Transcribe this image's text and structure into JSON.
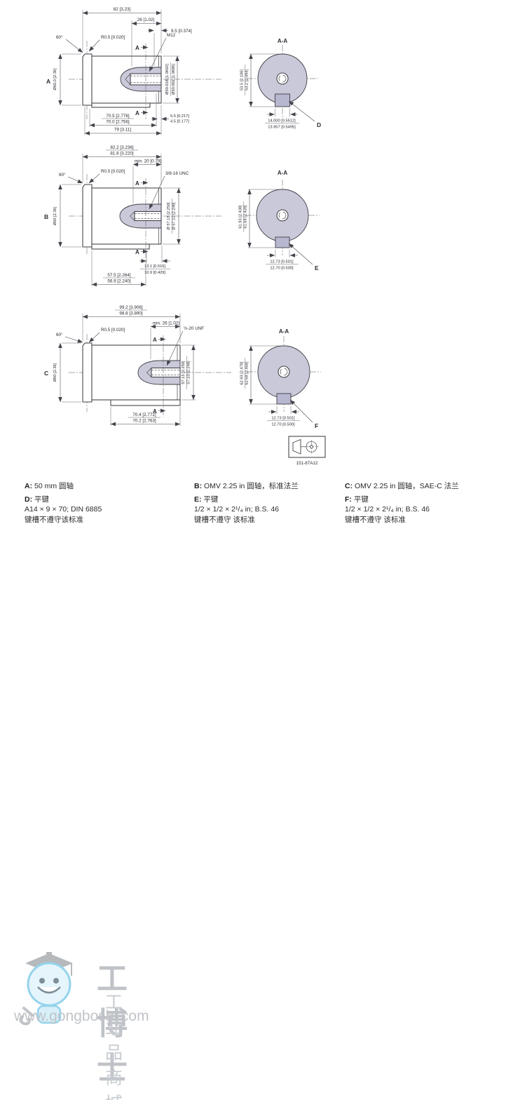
{
  "colors": {
    "accent_fill": "#c9c9da",
    "key_fill": "#b7b7d0",
    "line": "#3f3f46",
    "watermark": "#9aa0a8"
  },
  "views": {
    "A": {
      "side": {
        "label": "A",
        "dim_total_top": "82 [3.23]",
        "dim_key_len": "26 [1.02]",
        "dim_end": "9.5 [0.374]",
        "thread": "M12",
        "radius": "R0.5 [0.020]",
        "angle": "60°",
        "cut_label_top": "A",
        "cut_label_bottom": "A",
        "dia_left": "Ø60.0 [2.36]",
        "dia_right_1": "Ø50.018 [1.9692]",
        "dia_right_2": "Ø50.002 [1.9686]",
        "dim_shaft_1": "70.5 [2.776]",
        "dim_shaft_2": "70.0 [2.756]",
        "dim_total_bottom": "79 [3.11]",
        "dim_step_1": "5.5 [0.217]",
        "dim_step_2": "4.5 [0.177]"
      },
      "section": {
        "title": "A-A",
        "dim_height_1": "53.5 [2.106]",
        "dim_height_2": "53.2 [2.094]",
        "dim_key_1": "14.000 [0.5512]",
        "dim_key_2": "13.957 [0.5495]",
        "key_ref": "D"
      }
    },
    "B": {
      "side": {
        "label": "B",
        "dim_total_top_1": "82.2 [3.236]",
        "dim_total_top_2": "81.8 [3.220]",
        "dim_min": "min. 20 [0.79]",
        "thread": "3/8-16 UNC",
        "radius": "R0.5 [0.020]",
        "angle": "60°",
        "cut_label_top": "A",
        "cut_label_bottom": "A",
        "dia_left": "Ø60 [2.36]",
        "dia_right_1": "Ø 57.15 [2.250]",
        "dia_right_2": "Ø 57.10 [2.248]",
        "dim_key_1": "13.1 [0.516]",
        "dim_key_2": "10.9 [0.429]",
        "dim_shaft_1": "57.5 [2.264]",
        "dim_shaft_2": "56.9 [2.240]"
      },
      "section": {
        "title": "A-A",
        "dim_height_1": "61.93 [2.438]",
        "dim_height_2": "61.68 [2.428]",
        "dim_key_1": "12.73 [0.501]",
        "dim_key_2": "12.70 [0.500]",
        "key_ref": "E"
      }
    },
    "C": {
      "side": {
        "label": "C",
        "dim_total_top_1": "99.2 [3.906]",
        "dim_total_top_2": "98.8 [3.890]",
        "dim_min": "min. 26 [1.02]",
        "thread": "½-20 UNF",
        "radius": "R0.5 [0.020]",
        "angle": "60°",
        "cut_label_top": "A",
        "cut_label_bottom": "A",
        "dia_left": "Ø60 [2.36]",
        "dia_right_1": "57.15 [2.250]",
        "dia_right_2": "57.10 [2.248]",
        "dim_shaft_1": "70.4 [2.772]",
        "dim_shaft_2": "70.2 [2.763]"
      },
      "section": {
        "title": "A-A",
        "dim_height_1": "62.93 [2.478]",
        "dim_height_2": "62.68 [2.468]",
        "dim_key_1": "12.73 [0.501]",
        "dim_key_2": "12.70 [0.500]",
        "key_ref": "F"
      }
    }
  },
  "symbol": {
    "code": "151-87A12"
  },
  "notes": {
    "a": {
      "l1_label": "A:",
      "l1": "50 mm 圆轴",
      "l2_label": "D:",
      "l2": "平键",
      "l3": "A14 × 9 × 70; DIN 6885",
      "l4": "键槽不遵守该标准"
    },
    "b": {
      "l1_label": "B:",
      "l1": "OMV  2.25 in 圆轴，标准法兰",
      "l2_label": "E:",
      "l2": "平键",
      "l3": "1/2 × 1/2 × 2¹/₄ in; B.S. 46",
      "l4": "键槽不遵守 该标准"
    },
    "c": {
      "l1_label": "C:",
      "l1": "OMV  2.25 in 圆轴，SAE-C 法兰",
      "l2_label": "F:",
      "l2": "平键",
      "l3": "1/2 × 1/2 × 2¹/₄ in; B.S. 46",
      "l4": "键槽不遵守 该标准"
    }
  },
  "watermark": {
    "brand": "工博士",
    "sub": "工业品商城",
    "url": "www.gongboshi.com"
  }
}
